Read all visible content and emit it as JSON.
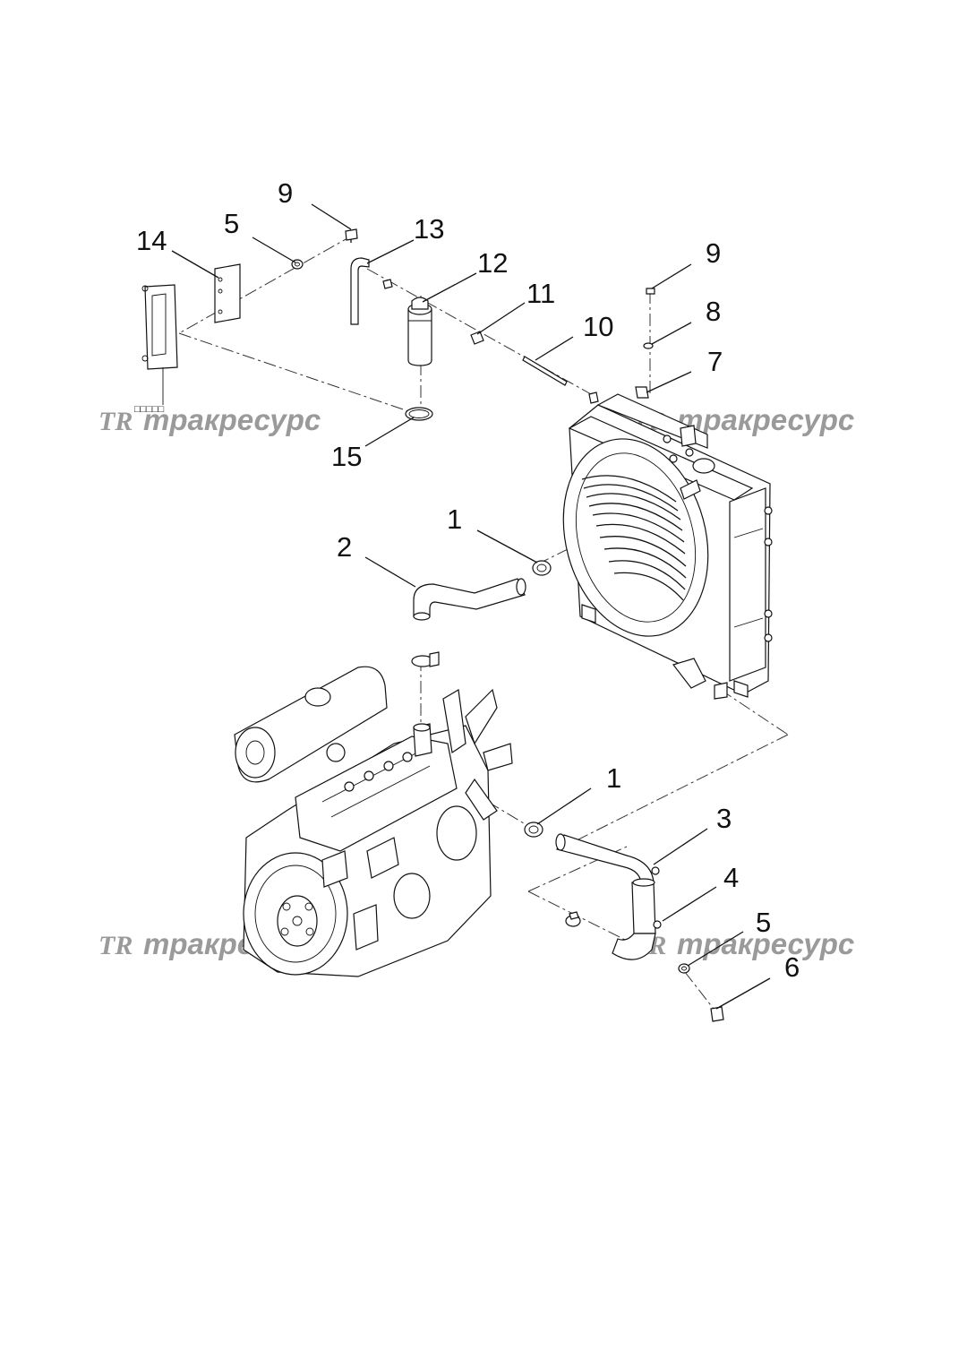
{
  "watermark": {
    "logo": "TR",
    "text": "тракресурс"
  },
  "stamp_text": "□□□□□",
  "callouts": [
    {
      "id": "c9a",
      "label": "9"
    },
    {
      "id": "c5a",
      "label": "5"
    },
    {
      "id": "c14",
      "label": "14"
    },
    {
      "id": "c13",
      "label": "13"
    },
    {
      "id": "c12",
      "label": "12"
    },
    {
      "id": "c11",
      "label": "11"
    },
    {
      "id": "c10",
      "label": "10"
    },
    {
      "id": "c9b",
      "label": "9"
    },
    {
      "id": "c8",
      "label": "8"
    },
    {
      "id": "c7",
      "label": "7"
    },
    {
      "id": "c15",
      "label": "15"
    },
    {
      "id": "c1a",
      "label": "1"
    },
    {
      "id": "c2",
      "label": "2"
    },
    {
      "id": "c1b",
      "label": "1"
    },
    {
      "id": "c3",
      "label": "3"
    },
    {
      "id": "c4",
      "label": "4"
    },
    {
      "id": "c5b",
      "label": "5"
    },
    {
      "id": "c6",
      "label": "6"
    }
  ]
}
